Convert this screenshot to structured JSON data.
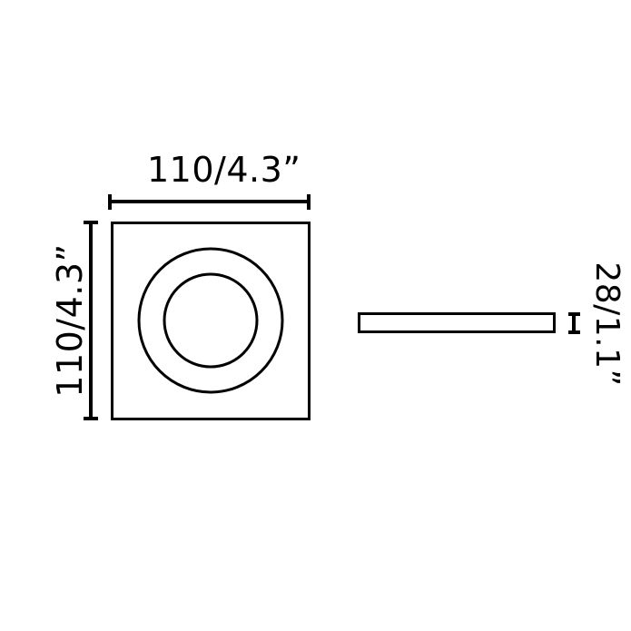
{
  "diagram": {
    "type": "technical-dimension-drawing",
    "stroke_color": "#000000",
    "background_color": "#ffffff",
    "front_view": {
      "shape": "square with two concentric circles",
      "width_label": "110/4.3”",
      "height_label": "110/4.3”"
    },
    "side_view": {
      "shape": "thin rectangle",
      "thickness_label": "28/1.1”"
    }
  }
}
